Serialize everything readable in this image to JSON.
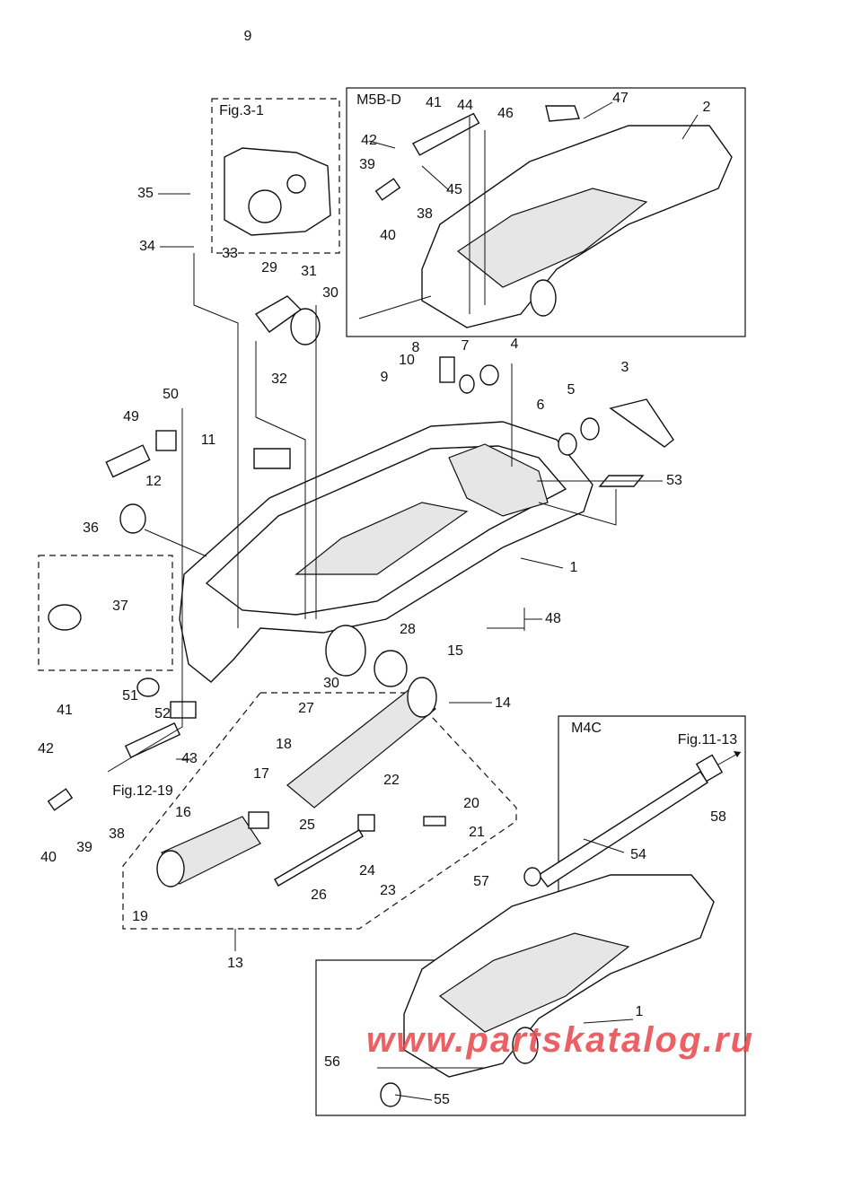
{
  "page_number": "9",
  "figure_refs": {
    "fig_3_1": "Fig.3-1",
    "fig_12_19": "Fig.12-19",
    "fig_11_13": "Fig.11-13"
  },
  "variants": {
    "m5bd": "M5B-D",
    "m4c": "M4C"
  },
  "watermark": "www.partskatalog.ru",
  "watermark_color": "#e8454a",
  "callouts": [
    "41",
    "44",
    "46",
    "47",
    "2",
    "42",
    "39",
    "45",
    "38",
    "40",
    "35",
    "34",
    "33",
    "29",
    "31",
    "30",
    "32",
    "8",
    "7",
    "4",
    "10",
    "9",
    "3",
    "5",
    "6",
    "50",
    "49",
    "11",
    "12",
    "53",
    "36",
    "1",
    "37",
    "48",
    "28",
    "15",
    "30",
    "14",
    "51",
    "52",
    "27",
    "41",
    "42",
    "43",
    "18",
    "17",
    "22",
    "20",
    "16",
    "25",
    "21",
    "40",
    "39",
    "38",
    "24",
    "23",
    "26",
    "19",
    "13",
    "58",
    "54",
    "57",
    "1",
    "56",
    "55"
  ]
}
